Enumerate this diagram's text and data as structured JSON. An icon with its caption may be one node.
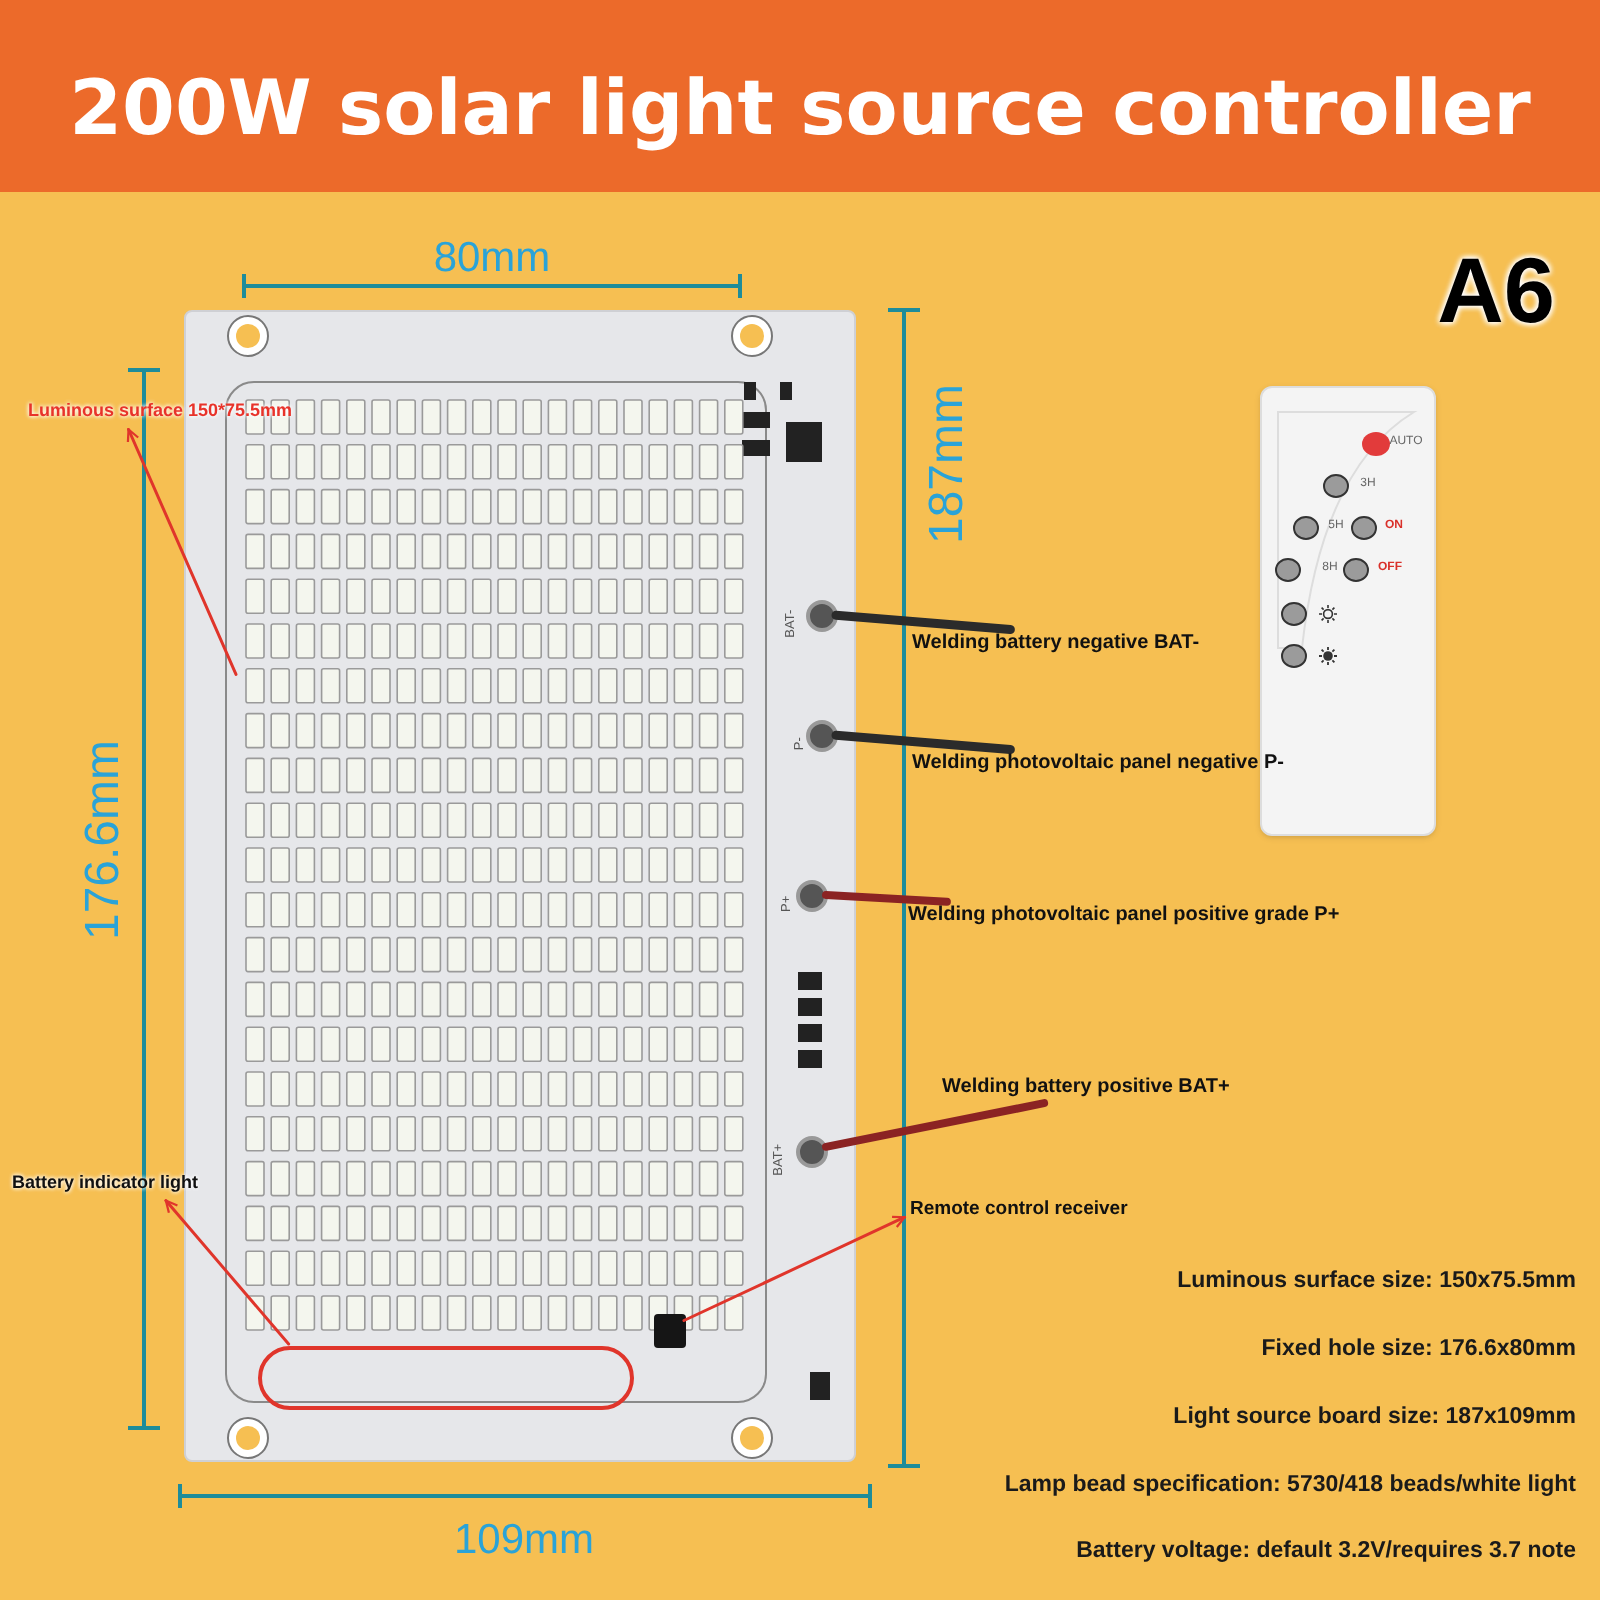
{
  "diagram": {
    "title": "200W solar light source controller",
    "nodes": [
      {
        "text": [],
        "shape": "box"
      },
      {
        "text": [],
        "shape": "box",
        "in": 0
      },
      {
        "text": [
          "Luminous surface 150*75.5mm"
        ]
      },
      {
        "text": [],
        "shape": "box",
        "in": 0
      },
      {
        "text": [
          "Battery indicator light"
        ]
      },
      {
        "text": [],
        "shape": "box",
        "in": 0
      },
      {
        "text": [
          "Remote control receiver"
        ]
      },
      {
        "text": [],
        "shape": "circle",
        "in": 0,
        "beside": [
          "BAT-"
        ]
      },
      {
        "text": [
          "Welding battery negative BAT-"
        ]
      },
      {
        "text": [],
        "shape": "circle",
        "in": 0,
        "beside": [
          "P-"
        ]
      },
      {
        "text": [
          "Welding photovoltaic panel negative P-"
        ]
      },
      {
        "text": [],
        "shape": "circle",
        "in": 0,
        "beside": [
          "P+"
        ]
      },
      {
        "text": [
          "Welding photovoltaic panel positive grade P+"
        ]
      },
      {
        "text": [],
        "shape": "circle",
        "in": 0,
        "beside": [
          "BAT+"
        ]
      },
      {
        "text": [
          "Welding battery positive BAT+"
        ]
      },
      {
        "text": [],
        "shape": "picture"
      }
    ],
    "edges": [
      {
        "from": 1,
        "to": 2,
        "arrow": "to"
      },
      {
        "from": 3,
        "to": 4,
        "arrow": "to"
      },
      {
        "from": 5,
        "to": 6,
        "arrow": "to"
      },
      {
        "from": 7,
        "to": 8,
        "arrow": "none",
        "color": "#2b2b2b"
      },
      {
        "from": 9,
        "to": 10,
        "arrow": "none",
        "color": "#2b2b2b"
      },
      {
        "from": 11,
        "to": 12,
        "arrow": "none",
        "color": "#8b2323"
      },
      {
        "from": 13,
        "to": 14,
        "arrow": "none",
        "color": "#8b2323"
      }
    ],
    "labels": [
      "80mm",
      "A6",
      "187mm",
      "AUTO",
      "3H",
      "5H",
      "ON",
      "8H",
      "OFF",
      "176.6mm",
      "Luminous surface size: 150x75.5mm",
      "Fixed hole size: 176.6x80mm",
      "Light source board size: 187x109mm",
      "Lamp bead specification: 5730/418 beads/white light",
      "Battery voltage: default 3.2V/requires 3.7 note",
      "109mm"
    ]
  }
}
